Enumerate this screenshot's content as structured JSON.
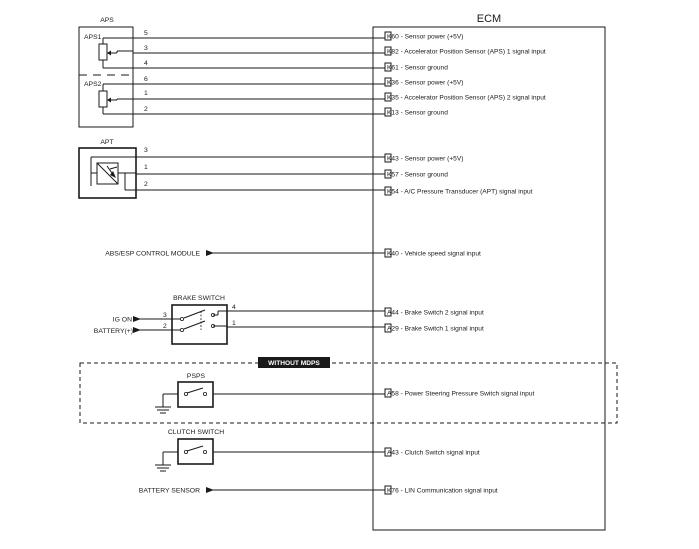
{
  "ecm": {
    "title": "ECM"
  },
  "aps": {
    "label": "APS",
    "aps1_label": "APS1",
    "aps2_label": "APS2",
    "pins": [
      "5",
      "3",
      "4",
      "6",
      "1",
      "2"
    ]
  },
  "apt": {
    "label": "APT",
    "pins": [
      "3",
      "1",
      "2"
    ]
  },
  "brake_switch": {
    "label": "BRAKE SWITCH",
    "ig_on": "IG ON",
    "battery": "BATTERY(+)",
    "pins": [
      "3",
      "2",
      "4",
      "1"
    ]
  },
  "without_mdps": {
    "label": "WITHOUT MDPS"
  },
  "psps": {
    "label": "PSPS"
  },
  "clutch_switch": {
    "label": "CLUTCH SWITCH"
  },
  "abs_module": {
    "label": "ABS/ESP CONTROL MODULE"
  },
  "battery_sensor": {
    "label": "BATTERY SENSOR"
  },
  "signals": [
    {
      "pin": "K60",
      "text": "Sensor power (+5V)"
    },
    {
      "pin": "K82",
      "text": "Accelerator Position Sensor (APS) 1 signal input"
    },
    {
      "pin": "K61",
      "text": "Sensor ground"
    },
    {
      "pin": "K36",
      "text": "Sensor power (+5V)"
    },
    {
      "pin": "K35",
      "text": "Accelerator Position Sensor (APS) 2 signal input"
    },
    {
      "pin": "K13",
      "text": "Sensor ground"
    },
    {
      "pin": "K43",
      "text": "Sensor power (+5V)"
    },
    {
      "pin": "K57",
      "text": "Sensor ground"
    },
    {
      "pin": "K54",
      "text": "A/C Pressure Transducer (APT) signal input"
    },
    {
      "pin": "K40",
      "text": "Vehicle speed signal input"
    },
    {
      "pin": "A44",
      "text": "Brake Switch 2 signal input"
    },
    {
      "pin": "A29",
      "text": "Brake Switch 1 signal input"
    },
    {
      "pin": "A58",
      "text": "Power Steering Pressure Switch signal input"
    },
    {
      "pin": "A43",
      "text": "Clutch Switch signal input"
    },
    {
      "pin": "K76",
      "text": "LIN Communication signal input"
    }
  ]
}
